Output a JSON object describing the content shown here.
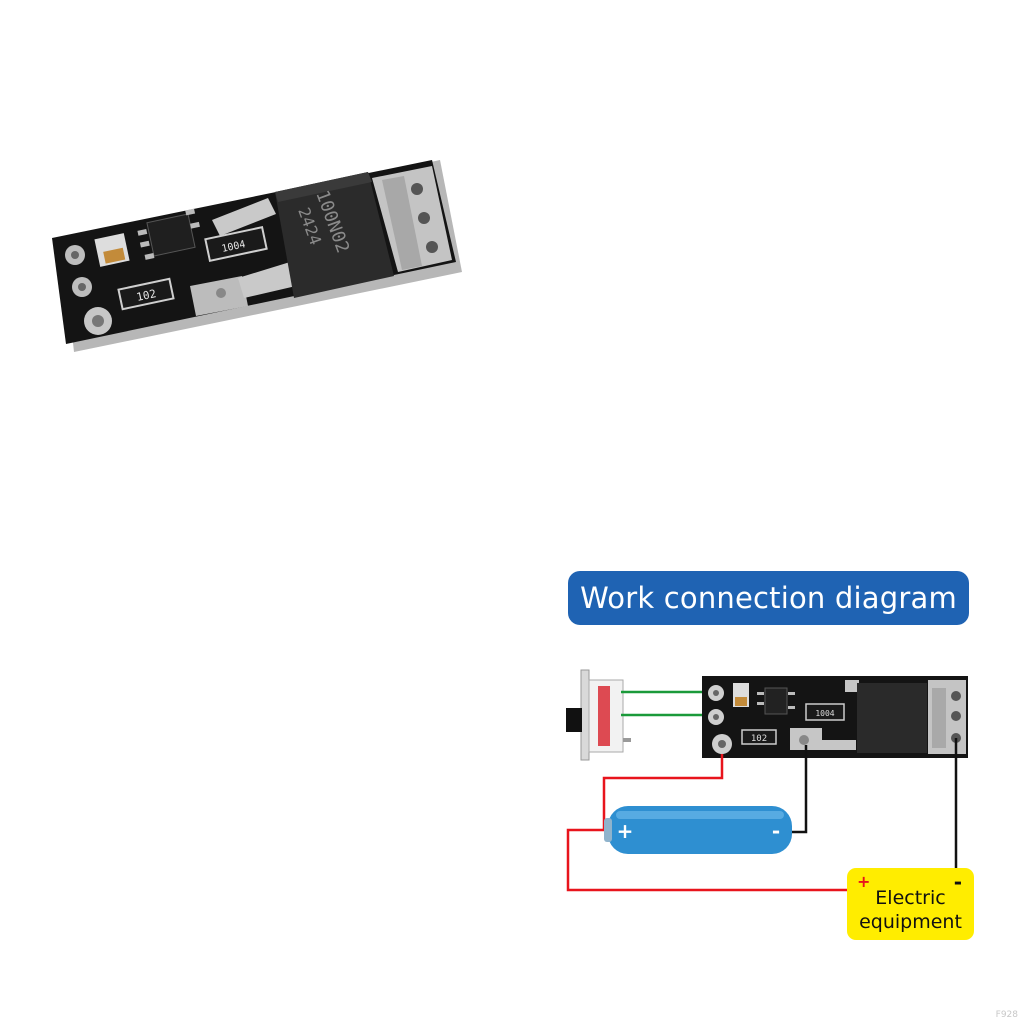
{
  "product_photo": {
    "mosfet_marking_line1": "100N02",
    "mosfet_marking_line2": "2424",
    "resistor_a": "102",
    "resistor_b": "1004"
  },
  "diagram": {
    "title": "Work connection diagram",
    "board_resistor_a": "102",
    "board_resistor_b": "1004",
    "battery_plus": "+",
    "battery_minus": "-",
    "equipment_plus": "+",
    "equipment_minus": "-",
    "equipment_label_line1": "Electric",
    "equipment_label_line2": "equipment"
  },
  "colors": {
    "title_bg": "#1f63b3",
    "wire_red": "#e8141c",
    "wire_green": "#1a9a3a",
    "wire_black": "#111111",
    "battery": "#2e8fd1",
    "equipment_bg": "#ffed00",
    "pcb": "#141414"
  },
  "watermark": "F928"
}
